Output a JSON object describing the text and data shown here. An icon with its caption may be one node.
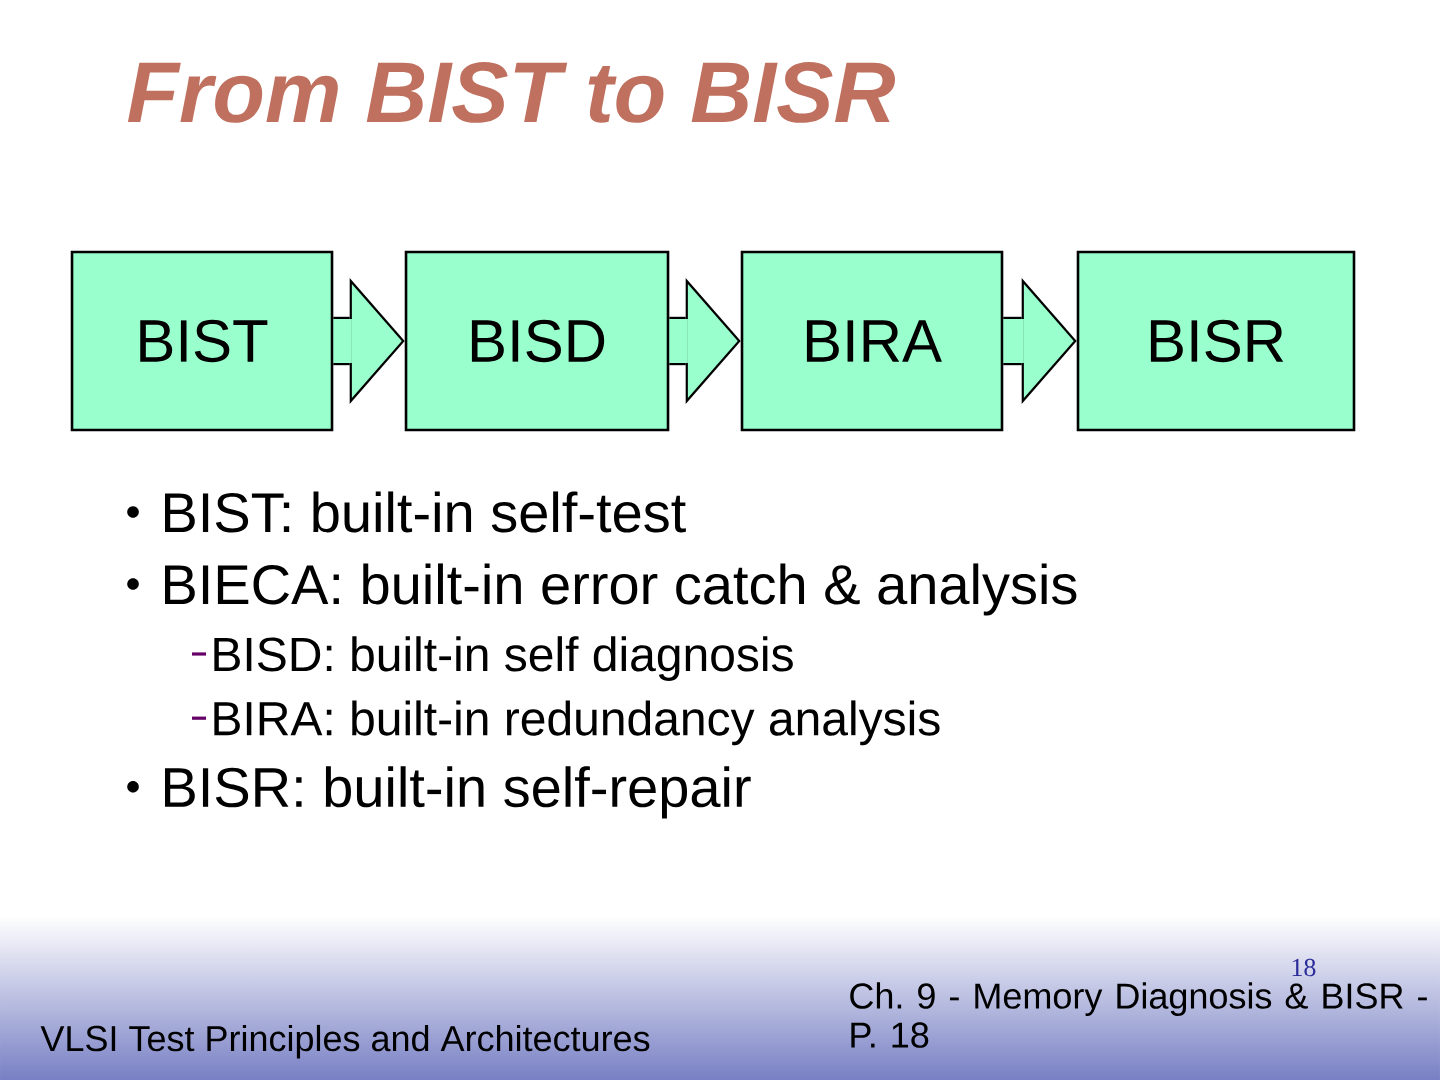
{
  "diagram": {
    "title": "From BIST to BISR",
    "nodes": [
      {
        "text": [
          "BIST"
        ]
      },
      {
        "text": [
          "BISD"
        ]
      },
      {
        "text": [
          "BIRA"
        ]
      },
      {
        "text": [
          "BISR"
        ]
      }
    ],
    "edges": [
      {
        "from": 0,
        "to": 1,
        "arrow": "to"
      },
      {
        "from": 1,
        "to": 2,
        "arrow": "to"
      },
      {
        "from": 2,
        "to": 3,
        "arrow": "to"
      }
    ],
    "labels": [
      "BIST: built-in self-test",
      "BIECA: built-in error catch & analysis",
      "BISD: built-in self diagnosis",
      "BIRA: built-in redundancy analysis",
      "BISR: built-in self-repair",
      "VLSI Test Principles and Architectures",
      "18",
      "Ch. 9 - Memory Diagnosis & BISR - P. 18"
    ]
  }
}
